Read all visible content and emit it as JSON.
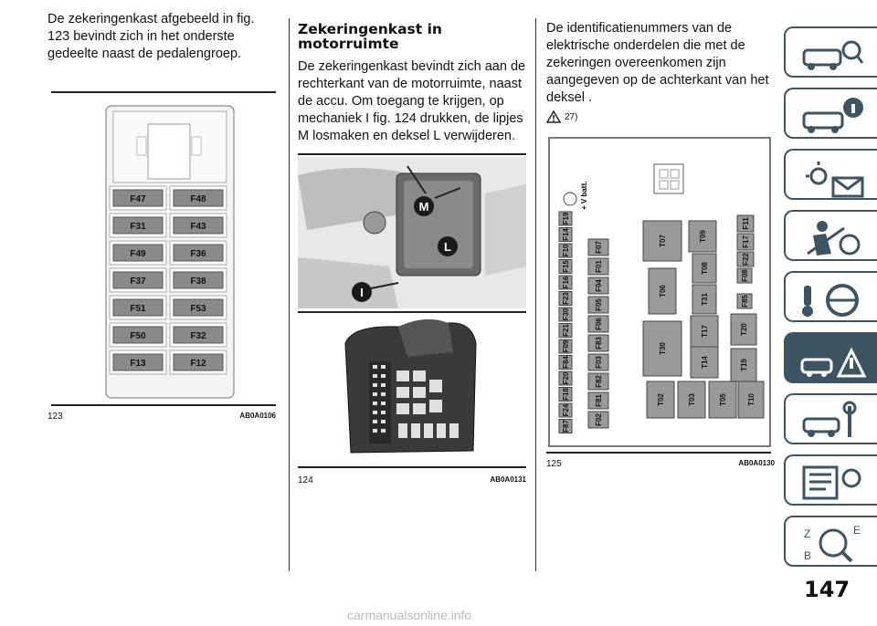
{
  "col1": {
    "paragraph": "De zekeringenkast afgebeeld in fig. 123 bevindt zich in het onderste gedeelte naast de pedalengroep.",
    "figure": {
      "number": "123",
      "code": "AB0A0106",
      "fuses_left": [
        "F47",
        "F31",
        "F49",
        "F37",
        "F51",
        "F50",
        "F13"
      ],
      "fuses_right": [
        "F48",
        "F43",
        "F36",
        "F38",
        "F53",
        "F32",
        "F12"
      ]
    }
  },
  "col2": {
    "heading": "Zekeringenkast in motorruimte",
    "paragraph": "De zekeringenkast bevindt zich aan de rechterkant van de motorruimte, naast de accu. Om toegang te krijgen, op mechaniek I fig. 124 drukken, de lipjes M losmaken en deksel L verwijderen.",
    "figure": {
      "number": "124",
      "code": "AB0A0131",
      "callouts": [
        "M",
        "L",
        "I"
      ]
    }
  },
  "col3": {
    "paragraph": "De identificatienummers van de elektrische onderdelen die met de zekeringen overeenkomen zijn aangegeven op de achterkant van het deksel .",
    "warning_ref": "27)",
    "figure": {
      "number": "125",
      "code": "AB0A0130",
      "vbatt_label": "+ V batt.",
      "mini_fuses": [
        "F19",
        "F14",
        "F10",
        "F15",
        "F16",
        "F23",
        "F30",
        "F21",
        "F09",
        "F84",
        "F20",
        "F18",
        "F24",
        "F87"
      ],
      "maxi_fuses": [
        "F07",
        "F01",
        "F04",
        "F05",
        "F06",
        "F83",
        "F03",
        "F82",
        "F81",
        "F02"
      ],
      "relays_tall": [
        "T07",
        "T06",
        "T30"
      ],
      "relays_mid": [
        "T09",
        "T08",
        "T31",
        "T17",
        "T14"
      ],
      "relays_right": [
        "F11",
        "F17",
        "F22",
        "F08",
        "F85",
        "T20",
        "T19"
      ],
      "relays_bottom": [
        "T02",
        "T03",
        "T05",
        "T10"
      ]
    }
  },
  "sidebar": {
    "icons": [
      "car-dashboard-search-icon",
      "car-info-icon",
      "lights-message-icon",
      "airbag-seatbelt-icon",
      "steering-wheel-key-icon",
      "car-emergency-icon",
      "car-service-icon",
      "settings-list-icon",
      "index-abc-icon"
    ],
    "active_index": 5,
    "active_color": "#3d5563"
  },
  "page_number": "147",
  "watermark": "carmanualsonline.info"
}
